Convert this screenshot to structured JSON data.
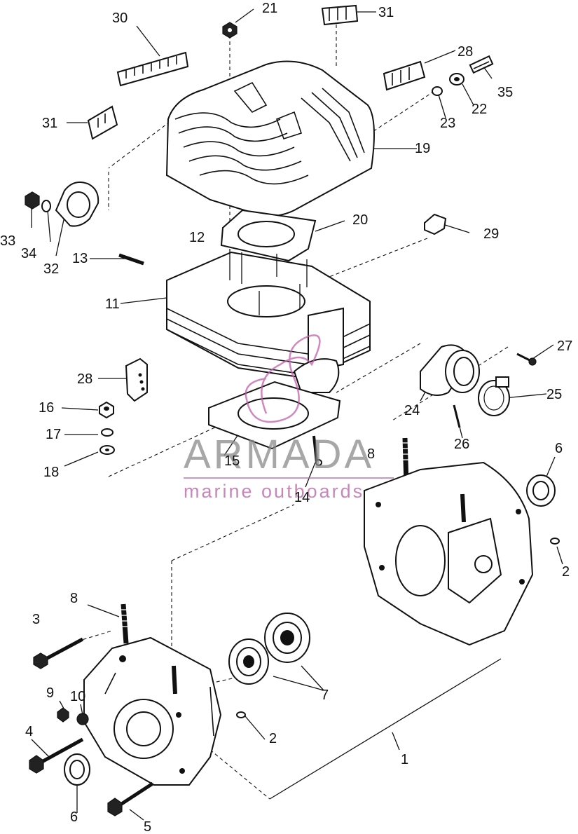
{
  "watermark": {
    "brand": "ARMADA",
    "tagline": "marine outboards",
    "brand_color": "#8a8a8a",
    "accent_color": "#c060a8"
  },
  "callouts": {
    "c1": "1",
    "c2a": "2",
    "c2b": "2",
    "c3": "3",
    "c4": "4",
    "c5": "5",
    "c6a": "6",
    "c6b": "6",
    "c7": "7",
    "c8a": "8",
    "c8b": "8",
    "c9": "9",
    "c10": "10",
    "c11": "11",
    "c12": "12",
    "c13": "13",
    "c14": "14",
    "c15": "15",
    "c16": "16",
    "c17": "17",
    "c18": "18",
    "c19": "19",
    "c20": "20",
    "c21": "21",
    "c22": "22",
    "c23": "23",
    "c24": "24",
    "c25": "25",
    "c26": "26",
    "c27": "27",
    "c28a": "28",
    "c28b": "28",
    "c29": "29",
    "c30": "30",
    "c31a": "31",
    "c31b": "31",
    "c32": "32",
    "c33": "33",
    "c34": "34",
    "c35": "35"
  }
}
